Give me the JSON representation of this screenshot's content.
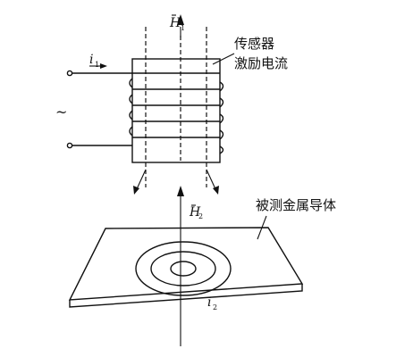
{
  "labels": {
    "field_primary": "H",
    "field_primary_sub": "1",
    "current_excitation": "i",
    "current_excitation_sub": "1",
    "sensor_line1": "传感器",
    "sensor_line2": "激励电流",
    "ac_source": "~",
    "field_secondary": "H",
    "field_secondary_sub": "2",
    "conductor": "被测金属导体",
    "eddy_current": "i",
    "eddy_current_sub": "2"
  }
}
